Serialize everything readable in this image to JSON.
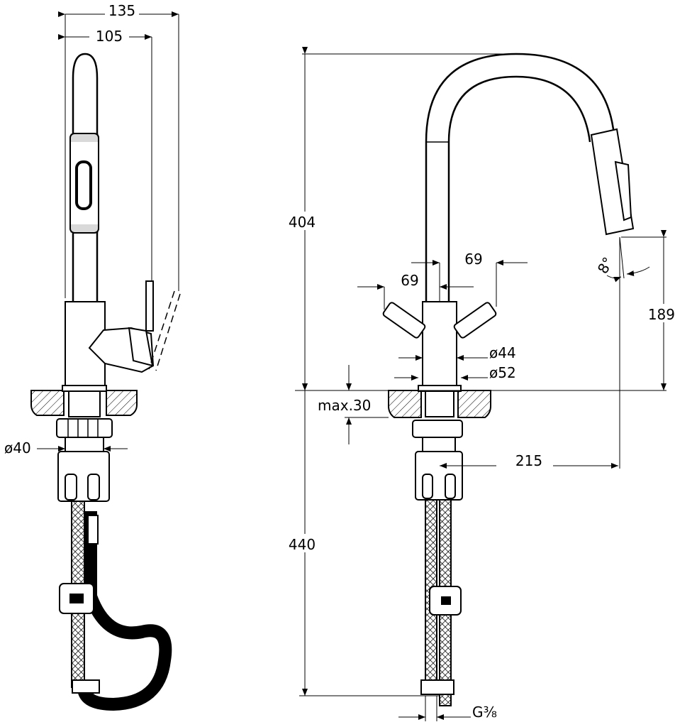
{
  "drawing": {
    "side_view": {
      "width_overall": "135",
      "width_lever": "105",
      "diameter_shank": "ø40"
    },
    "front_view": {
      "height_total": "404",
      "height_below": "440",
      "spray_height": "189",
      "spray_angle": "8°",
      "handle_left": "69",
      "handle_right": "69",
      "body_diameter_44": "ø44",
      "base_diameter_52": "ø52",
      "max_counter": "max.30",
      "reach": "215",
      "thread": "G⅜"
    }
  }
}
